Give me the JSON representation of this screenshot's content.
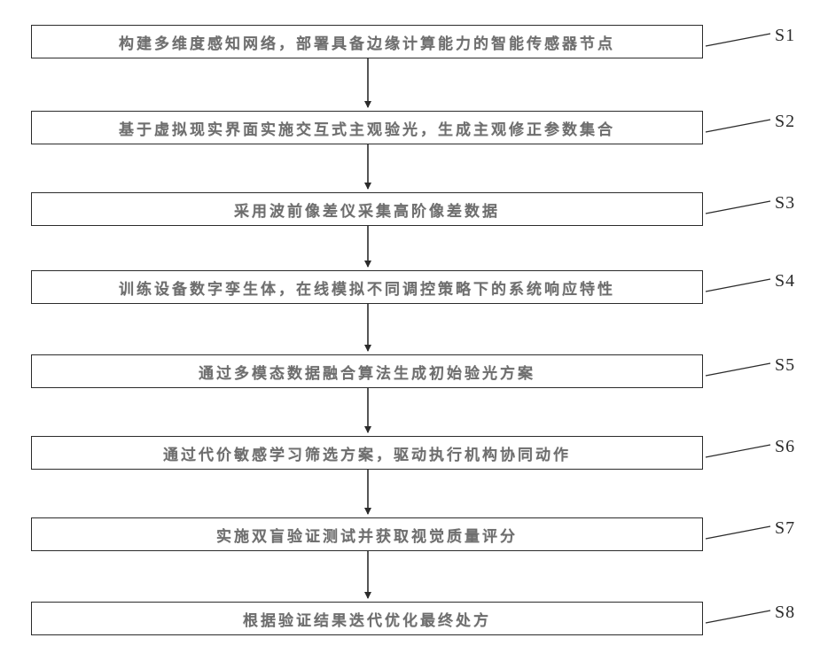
{
  "figure": {
    "type": "flowchart",
    "colors": {
      "line": "#2b2b2b",
      "box_text": "#6e6e6e",
      "label_text": "#2a2a2a",
      "background": "#ffffff"
    },
    "steps": [
      {
        "label": "S1",
        "text": "构建多维度感知网络，部署具备边缘计算能力的智能传感器节点"
      },
      {
        "label": "S2",
        "text": "基于虚拟现实界面实施交互式主观验光，生成主观修正参数集合"
      },
      {
        "label": "S3",
        "text": "采用波前像差仪采集高阶像差数据"
      },
      {
        "label": "S4",
        "text": "训练设备数字孪生体，在线模拟不同调控策略下的系统响应特性"
      },
      {
        "label": "S5",
        "text": "通过多模态数据融合算法生成初始验光方案"
      },
      {
        "label": "S6",
        "text": "通过代价敏感学习筛选方案，驱动执行机构协同动作"
      },
      {
        "label": "S7",
        "text": "实施双盲验证测试并获取视觉质量评分"
      },
      {
        "label": "S8",
        "text": "根据验证结果迭代优化最终处方"
      }
    ]
  }
}
